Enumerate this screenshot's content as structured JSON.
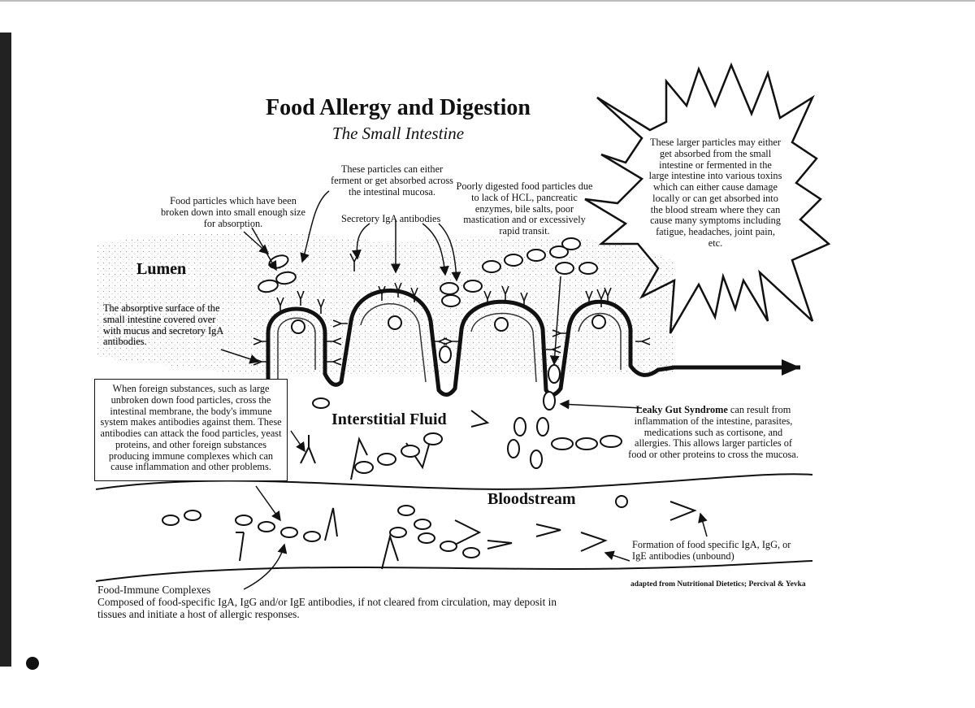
{
  "title": "Food Allergy and Digestion",
  "subtitle": "The Small Intestine",
  "regions": {
    "lumen": "Lumen",
    "interstitial": "Interstitial Fluid",
    "bloodstream": "Bloodstream"
  },
  "annotations": {
    "broken_down": "Food particles which have been broken down into small enough size for absorption.",
    "ferment_or_absorb": "These particles can either ferment or get absorbed across the intestinal mucosa.",
    "secretory_iga": "Secretory IgA antibodies",
    "poorly_digested": "Poorly digested food particles due to lack of HCL, pancreatic enzymes, bile salts, poor mastication and or excessively rapid transit.",
    "larger_particles": "These larger particles may either get absorbed from the small intestine or fermented in the large intestine into various toxins which can either cause damage locally or can get absorbed into the blood stream where they can cause many symptoms including fatigue, headaches, joint pain, etc.",
    "absorptive_surface": "The absorptive surface of the small intestine covered over with mucus and secretory IgA antibodies.",
    "foreign_substances": "When foreign substances, such as large unbroken down food particles, cross the intestinal membrane, the body's immune system makes antibodies against them. These antibodies can attack the food particles, yeast proteins, and other foreign substances producing immune complexes which can cause inflammation and other problems.",
    "leaky_gut_title": "Leaky Gut Syndrome",
    "leaky_gut_body": "can result from inflammation of the intestine, parasites, medications such as cortisone, and allergies. This allows larger particles of food or other proteins to cross the mucosa.",
    "formation": "Formation of food specific IgA, IgG, or IgE antibodies (unbound)",
    "complexes_title": "Food-Immune Complexes",
    "complexes_body": "Composed of food-specific IgA, IgG and/or IgE antibodies, if not cleared from circulation, may deposit in tissues and initiate a host of allergic responses.",
    "credit": "adapted from Nutritional Dietetics; Percival & Yevka"
  }
}
